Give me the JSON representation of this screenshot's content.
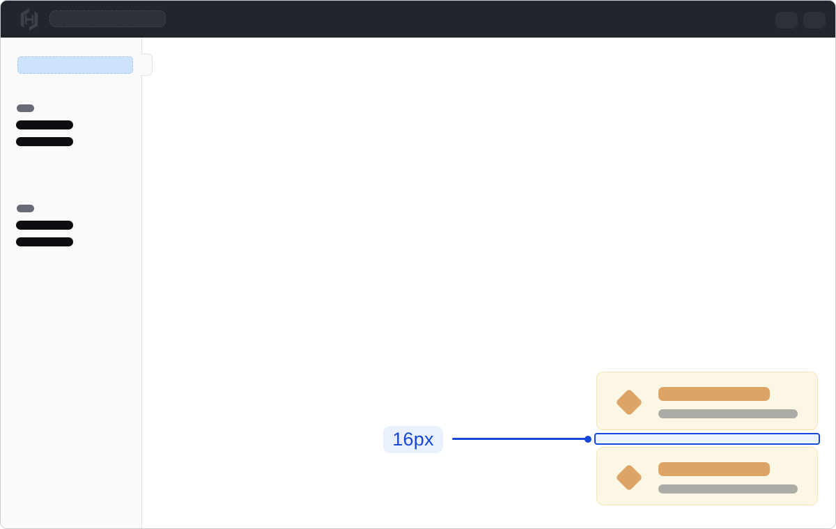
{
  "annotation": {
    "spacing_label": "16px"
  },
  "topbar": {
    "logo_icon": "hashicorp-logo-icon",
    "skeletons": {
      "search": true,
      "buttons": 2
    }
  },
  "sidebar": {
    "active_item_skeleton": true,
    "groups": [
      {
        "heading_skeleton": true,
        "item_skeletons": 2
      },
      {
        "heading_skeleton": true,
        "item_skeletons": 2
      }
    ]
  },
  "cards": [
    {
      "icon": "diamond-icon",
      "title_skeleton": true,
      "text_skeleton": true
    },
    {
      "icon": "diamond-icon",
      "title_skeleton": true,
      "text_skeleton": true
    }
  ],
  "colors": {
    "accent": "#1547D8",
    "accent-bg": "#EAF0FD",
    "gap-fill": "#EDF3FD",
    "topbar-bg": "#22252C",
    "topbar-skeleton": "#2D313A",
    "logo-fill": "#3C4049",
    "sidebar-bg": "#FAFAFB",
    "sidebar-border": "#E2E3E8",
    "skeleton-blue": "#CDE2FC",
    "skeleton-gray": "#676B76",
    "skeleton-dark": "#0C0E12",
    "card-bg": "#FCF6E4",
    "card-border": "#F3E3B8",
    "diamond": "#DDA466",
    "bar-orange": "#DDA466",
    "bar-gray": "#ADABA6",
    "frame-border": "#C9CBD2"
  }
}
